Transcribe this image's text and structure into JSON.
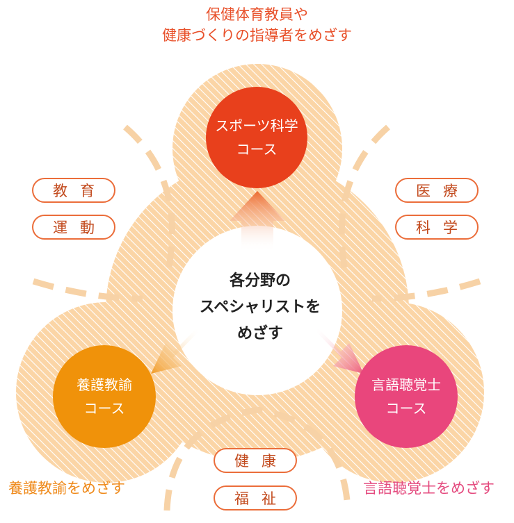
{
  "captions": {
    "top_line1": "保健体育教員や",
    "top_line2": "健康づくりの指導者をめざす",
    "bottom_left": "養護教諭をめざす",
    "bottom_right": "言語聴覚士をめざす"
  },
  "center": {
    "line1": "各分野の",
    "line2": "スペシャリストを",
    "line3": "めざす"
  },
  "courses": {
    "sports": {
      "line1": "スポーツ科学",
      "line2": "コース",
      "color": "#e8401c"
    },
    "nursing": {
      "line1": "養護教諭",
      "line2": "コース",
      "color": "#f0920a"
    },
    "speech": {
      "line1": "言語聴覚士",
      "line2": "コース",
      "color": "#e9467c"
    }
  },
  "fields": {
    "left": [
      "教育",
      "運動"
    ],
    "right": [
      "医療",
      "科学"
    ],
    "bottom": [
      "健康",
      "福祉"
    ]
  },
  "colors": {
    "caption_top": "#e8502a",
    "caption_left": "#ef8a1b",
    "caption_right": "#e44a7e",
    "band": "#f9c98f",
    "dash": "#f7d7ad",
    "pill_border": "#eb6d3a"
  }
}
